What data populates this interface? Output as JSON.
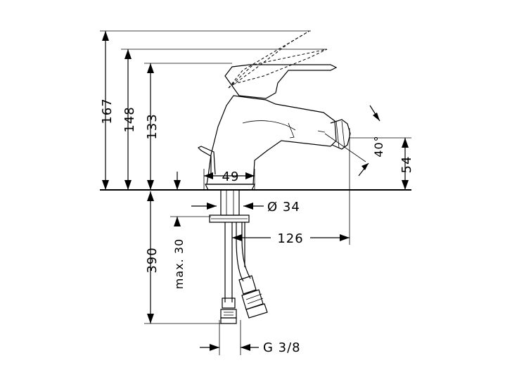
{
  "dimensions": {
    "height_167": "167",
    "height_148": "148",
    "height_133": "133",
    "depth_390": "390",
    "max_30": "max. 30",
    "width_49": "49",
    "diameter_34": "Ø 34",
    "reach_126": "126",
    "angle_40": "40°",
    "height_54": "54",
    "thread_g38": "G 3/8"
  }
}
